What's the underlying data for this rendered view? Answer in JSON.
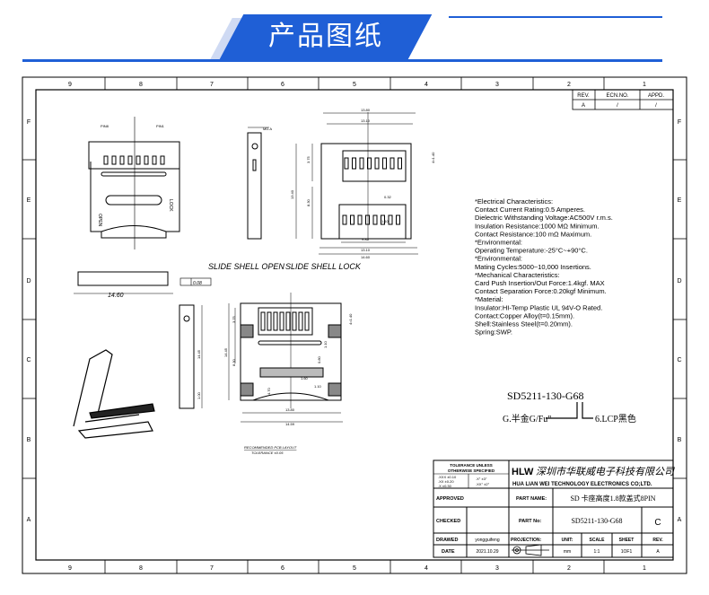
{
  "header": {
    "title": "产品图纸",
    "accent": "#1f5fd6"
  },
  "frame": {
    "columns": [
      "9",
      "8",
      "7",
      "6",
      "5",
      "4",
      "3",
      "2",
      "1"
    ],
    "rows": [
      "F",
      "E",
      "D",
      "C",
      "B",
      "A"
    ]
  },
  "revision": {
    "headers": [
      "REV.",
      "ECN.NO.",
      "APPD."
    ],
    "row": [
      "A",
      "/",
      "/"
    ]
  },
  "views": {
    "pin8": "PIN8",
    "pin1": "PIN1",
    "open": "OPEN",
    "lock": "LOCK",
    "mda": "MD.A",
    "dims_top": [
      "13.80",
      "13.10",
      "13.40",
      "3.75",
      "8.30",
      "0.32",
      "1.10",
      "9.85",
      "13.10",
      "14.60",
      "4=1.40"
    ],
    "caption_open": "SLIDE SHELL OPEN",
    "caption_lock": "SLIDE SHELL LOCK",
    "side_dim": "14.60",
    "flatness": "0.08",
    "dims_bottom": [
      "3.75",
      "14.45",
      "8.30",
      "1.00",
      "14.45",
      "0.80",
      "1.10",
      "1.10",
      "4.70",
      "13.80",
      "14.59",
      "1.60",
      "4=1.40"
    ],
    "layout_note": "RECOMMENDED PCB LAYOUT",
    "layout_tol": "TOLERANCE ±0.05"
  },
  "specs": [
    "*Electrical Characteristics:",
    "  Contact Current Rating:0.5 Amperes.",
    "  Dielectric Withstanding Voltage:AC500V r.m.s.",
    "  Insulation Resistance:1000 MΩ Minimum.",
    "  Contact Resistance:100 mΩ Maximum.",
    "*Environmental:",
    "  Operating Temperature:-25°C~+90°C.",
    "*Environmental:",
    "  Mating Cycles:5000~10,000 Insertions.",
    "*Mechanical Characteristics:",
    "  Card Push Insertion/Out Force:1.4kgf. MAX",
    "Contact Separation Force:0.20kgf Minimum.",
    "*Material:",
    "  Insulator:HI-Temp Plastic UL 94V-O Rated.",
    "  Contact:Copper Alloy(t=0.15mm).",
    "  Shell:Stainless Steel(t=0.20mm).",
    "  Spring:SWP."
  ],
  "part_code": {
    "code": "SD5211-130-G68",
    "left_note": "G.半金G/Fu\"",
    "right_note": "6.LCP黑色"
  },
  "title_block": {
    "tolerance_title": "TOLERANCE UNLESS",
    "tolerance_title2": "OTHERWISE SPECIFIED",
    "tol1": ".XXX ±0.10",
    "tol2": ".XX ±0.20",
    "tol3": ".X ±0.30",
    "tol4": ".X° ±3°",
    "tol5": ".XX° ±2°",
    "logo": "HLW",
    "company_cn": "深圳市华联威电子科技有限公司",
    "company_en": "HUA LIAN WEI TECHNOLOGY ELECTRONICS CO;LTD.",
    "approved": "APPROVED",
    "checked": "CHECKED",
    "drawed": "DRAWED",
    "date": "DATE",
    "drawer": "yongguifeng",
    "date_value": "2021.10.29",
    "part_name_label": "PART NAME:",
    "part_name": "SD 卡座高度1.8款盖式8PIN",
    "part_no_label": "PART No:",
    "part_no": "SD5211-130-G68",
    "rev_letter": "C",
    "projection": "PROJECTION:",
    "unit": "UNIT:",
    "scale": "SCALE",
    "sheet": "SHEET",
    "rev": "REV.",
    "unit_value": "mm",
    "scale_value": "1:1",
    "sheet_value": "1OF1",
    "rev_value": "A"
  }
}
